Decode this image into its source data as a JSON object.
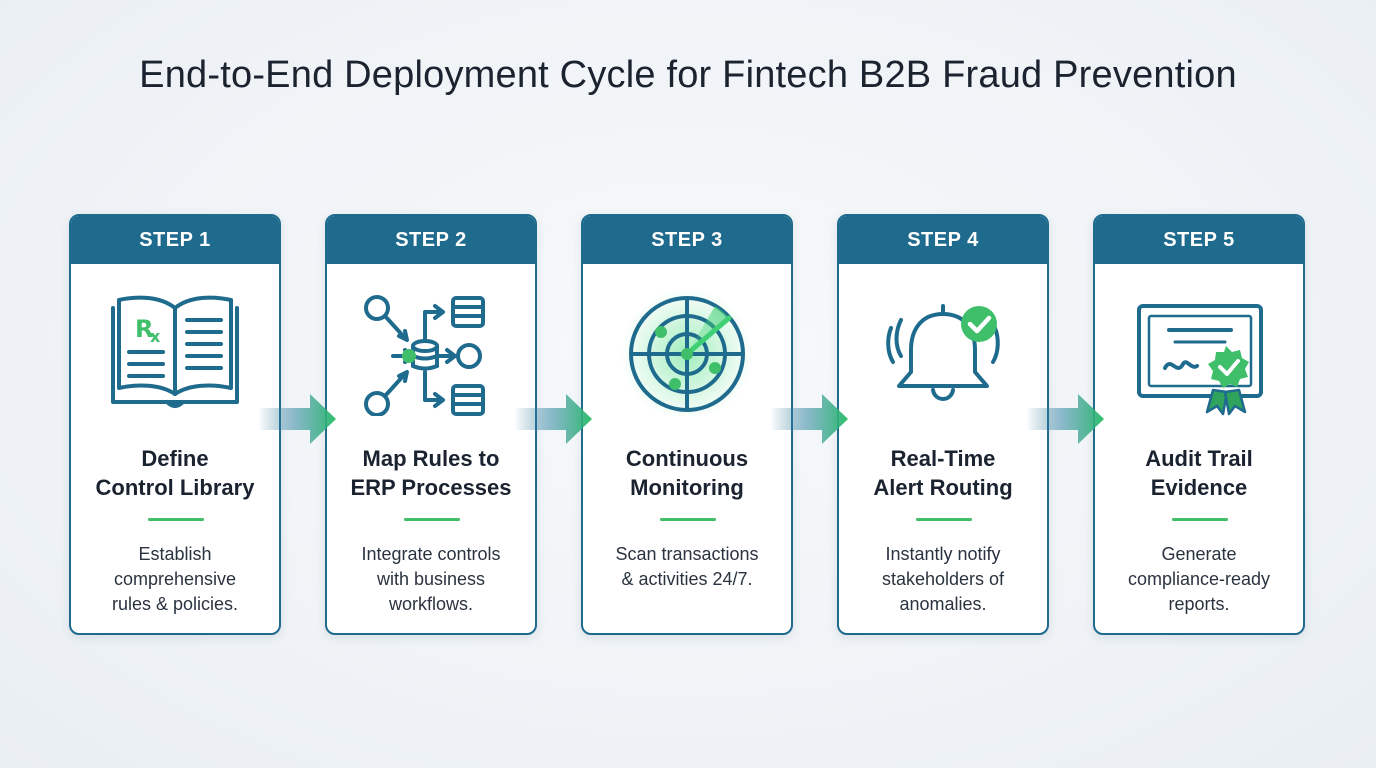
{
  "title": "End-to-End Deployment Cycle for Fintech B2B Fraud Prevention",
  "icons": {
    "rx_symbol": "R",
    "rx_subscript": "x"
  },
  "colors": {
    "header": "#1f6b8e",
    "accent_green": "#3fbf6a",
    "icon_stroke": "#1f6b8e"
  },
  "steps": [
    {
      "label": "STEP 1",
      "title_line1": "Define",
      "title_line2": "Control Library",
      "desc_line1": "Establish",
      "desc_line2": "comprehensive",
      "desc_line3": "rules & policies.",
      "icon": "book-rx-icon"
    },
    {
      "label": "STEP 2",
      "title_line1": "Map Rules to",
      "title_line2": "ERP Processes",
      "desc_line1": "Integrate controls",
      "desc_line2": "with business",
      "desc_line3": "workflows.",
      "icon": "process-map-icon"
    },
    {
      "label": "STEP 3",
      "title_line1": "Continuous",
      "title_line2": "Monitoring",
      "desc_line1": "Scan transactions",
      "desc_line2": "& activities 24/7.",
      "desc_line3": "",
      "icon": "radar-icon"
    },
    {
      "label": "STEP 4",
      "title_line1": "Real-Time",
      "title_line2": "Alert Routing",
      "desc_line1": "Instantly notify",
      "desc_line2": "stakeholders of",
      "desc_line3": "anomalies.",
      "icon": "bell-check-icon"
    },
    {
      "label": "STEP 5",
      "title_line1": "Audit Trail",
      "title_line2": "Evidence",
      "desc_line1": "Generate",
      "desc_line2": "compliance-ready",
      "desc_line3": "reports.",
      "icon": "certificate-icon"
    }
  ]
}
